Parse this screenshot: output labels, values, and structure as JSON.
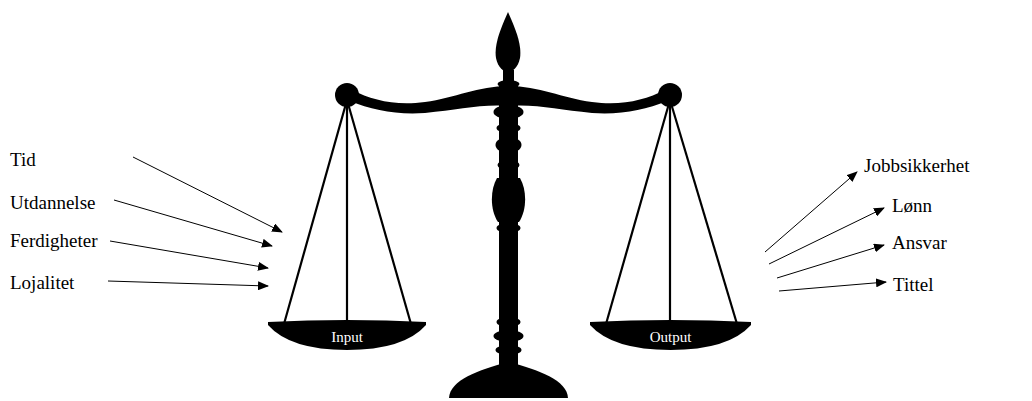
{
  "diagram": {
    "nodes": [
      {
        "text": [
          "Input"
        ]
      },
      {
        "text": [
          "Output"
        ]
      }
    ],
    "labels": [
      "Tid",
      "Utdannelse",
      "Ferdigheter",
      "Lojalitet",
      "Jobbsikkerhet",
      "Lønn",
      "Ansvar",
      "Tittel"
    ]
  }
}
